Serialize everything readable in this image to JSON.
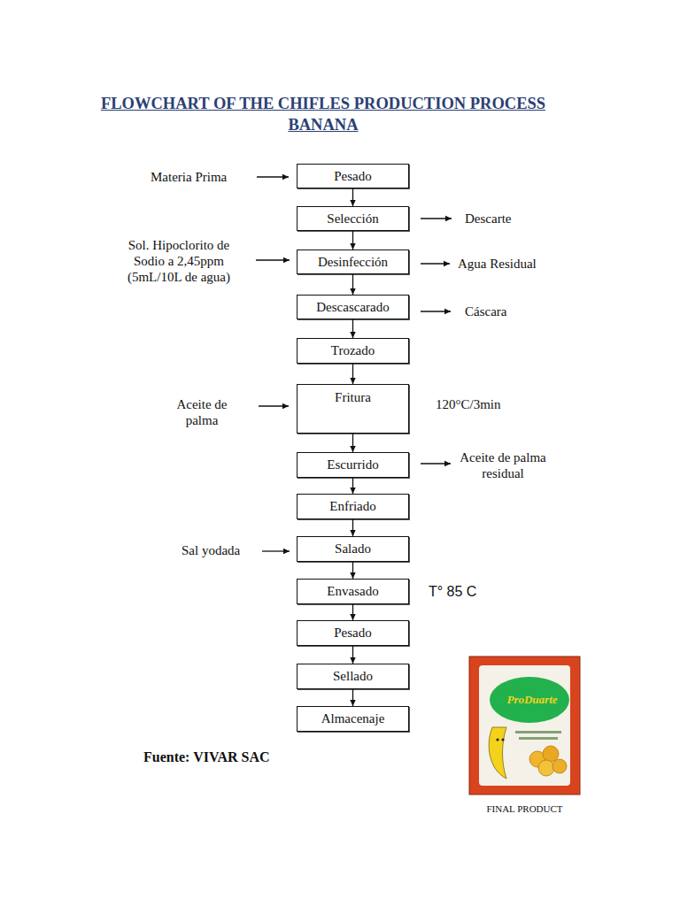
{
  "diagram": {
    "title": "FLOWCHART OF THE CHIFLES PRODUCTION PROCESS BANANA",
    "nodes": [
      {
        "text": [
          "Pesado"
        ]
      },
      {
        "text": [
          "Selección"
        ]
      },
      {
        "text": [
          "Desinfección"
        ]
      },
      {
        "text": [
          "Descascarado"
        ]
      },
      {
        "text": [
          "Trozado"
        ]
      },
      {
        "text": [
          "Fritura"
        ]
      },
      {
        "text": [
          "Escurrido"
        ]
      },
      {
        "text": [
          "Enfriado"
        ]
      },
      {
        "text": [
          "Salado"
        ]
      },
      {
        "text": [
          "Envasado"
        ]
      },
      {
        "text": [
          "Pesado"
        ]
      },
      {
        "text": [
          "Sellado"
        ]
      },
      {
        "text": [
          "Almacenaje"
        ]
      }
    ],
    "edges": [
      {
        "from": 0,
        "to": 1,
        "arrow": "to"
      },
      {
        "from": 1,
        "to": 2,
        "arrow": "to"
      },
      {
        "from": 2,
        "to": 3,
        "arrow": "to"
      },
      {
        "from": 3,
        "to": 4,
        "arrow": "to"
      },
      {
        "from": 4,
        "to": 5,
        "arrow": "to"
      },
      {
        "from": 5,
        "to": 6,
        "arrow": "to"
      },
      {
        "from": 6,
        "to": 7,
        "arrow": "to"
      },
      {
        "from": 7,
        "to": 8,
        "arrow": "to"
      },
      {
        "from": 8,
        "to": 9,
        "arrow": "to"
      },
      {
        "from": 9,
        "to": 10,
        "arrow": "to"
      },
      {
        "from": 10,
        "to": 11,
        "arrow": "to"
      },
      {
        "from": 11,
        "to": 12,
        "arrow": "to"
      }
    ],
    "labels": [
      "Materia Prima",
      "Descarte",
      "Sol. Hipoclorito de Sodio a 2,45ppm (5mL/10L de agua)",
      "Agua Residual",
      "Cáscara",
      "Aceite de palma",
      "120°C/3min",
      "Aceite de palma residual",
      "Sal yodada",
      "T° 85 C",
      "Fuente: VIVAR SAC",
      "ProDuarte",
      "FINAL PRODUCT"
    ]
  }
}
